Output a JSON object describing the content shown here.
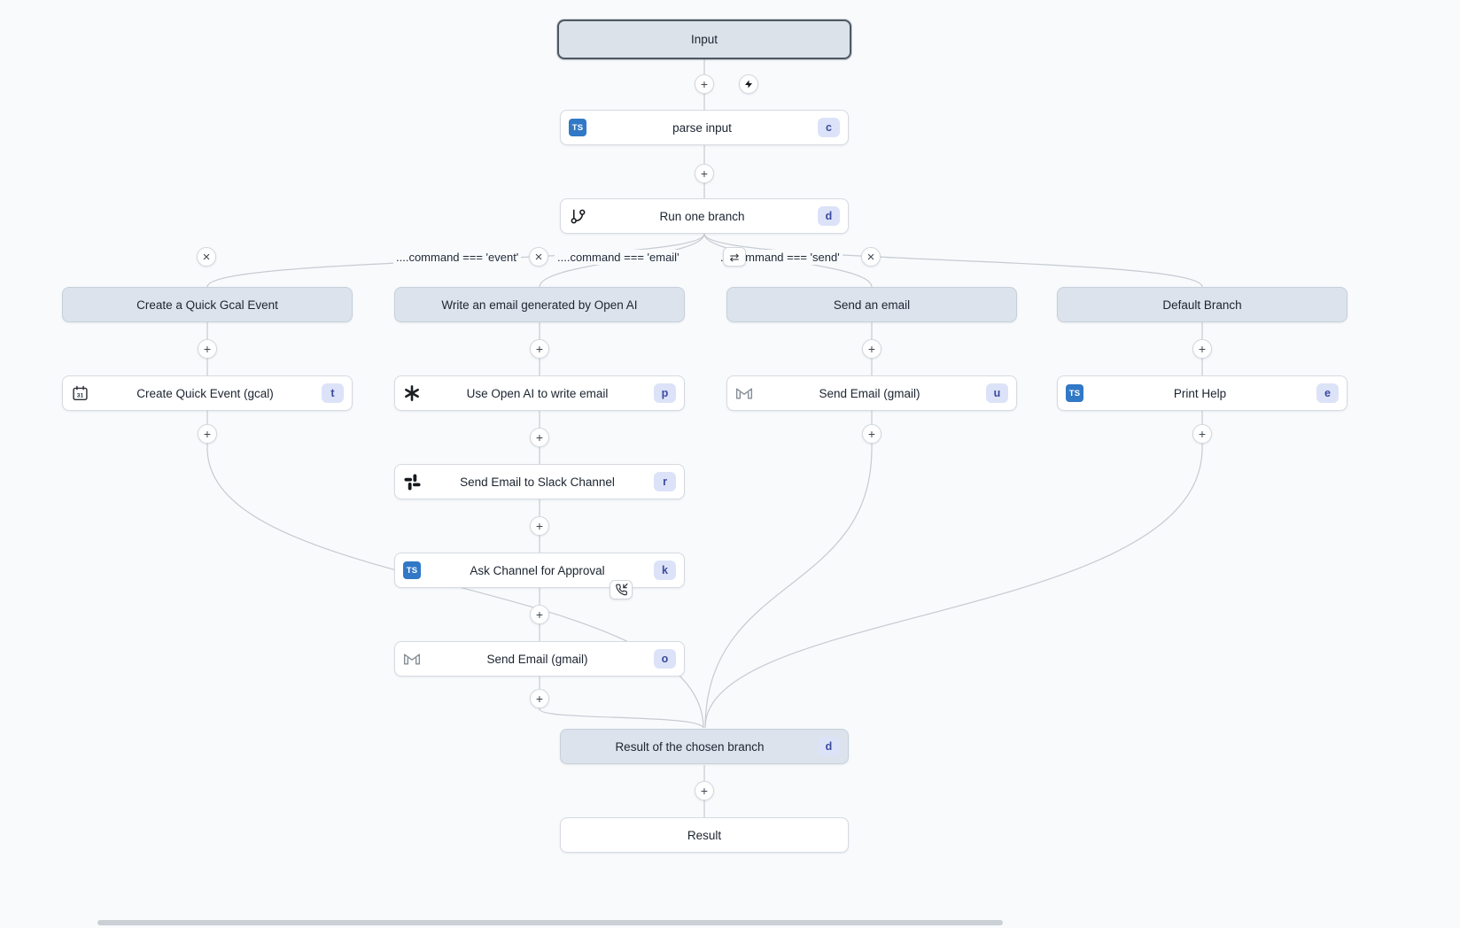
{
  "colors": {
    "canvas_bg": "#f8fafc",
    "node_bg": "#ffffff",
    "header_bg": "#dce3ec",
    "selected_border": "#4e5863",
    "edge": "#c6cbd1",
    "badge_bg": "#dce3f8",
    "badge_text": "#3b4a9e",
    "ts_blue": "#3178c6"
  },
  "glyphs": {
    "plus": "+",
    "close": "×",
    "swap": "⇄"
  },
  "icons": {
    "ts_label": "TS",
    "gcal_number": "31",
    "parse_input": "typescript-icon",
    "run_one_branch": "git-branch-icon",
    "create_quick_event": "gcal-calendar-icon",
    "use_openai": "openai-icon",
    "slack_step": "slack-icon",
    "gmail_step": "gmail-icon",
    "approval": "phone-incoming-icon",
    "trigger": "bolt-icon"
  },
  "flow": {
    "input": {
      "label": "Input"
    },
    "parse_input": {
      "label": "parse input",
      "badge": "c"
    },
    "run_one_branch": {
      "label": "Run one branch",
      "badge": "d"
    },
    "result_branch": {
      "label": "Result of the chosen branch",
      "badge": "d"
    },
    "result": {
      "label": "Result"
    }
  },
  "branch_labels": {
    "event": "....command === 'event'",
    "email": "....command === 'email'",
    "send": "....command === 'send'"
  },
  "branches": [
    {
      "header": "Create a Quick Gcal Event",
      "steps": [
        {
          "label": "Create Quick Event (gcal)",
          "badge": "t"
        }
      ]
    },
    {
      "header": "Write an email generated by Open AI",
      "steps": [
        {
          "label": "Use Open AI to write email",
          "badge": "p"
        },
        {
          "label": "Send Email to Slack Channel",
          "badge": "r"
        },
        {
          "label": "Ask Channel for Approval",
          "badge": "k"
        },
        {
          "label": "Send Email (gmail)",
          "badge": "o"
        }
      ]
    },
    {
      "header": "Send an email",
      "steps": [
        {
          "label": "Send Email (gmail)",
          "badge": "u"
        }
      ]
    },
    {
      "header": "Default Branch",
      "steps": [
        {
          "label": "Print Help",
          "badge": "e"
        }
      ]
    }
  ]
}
